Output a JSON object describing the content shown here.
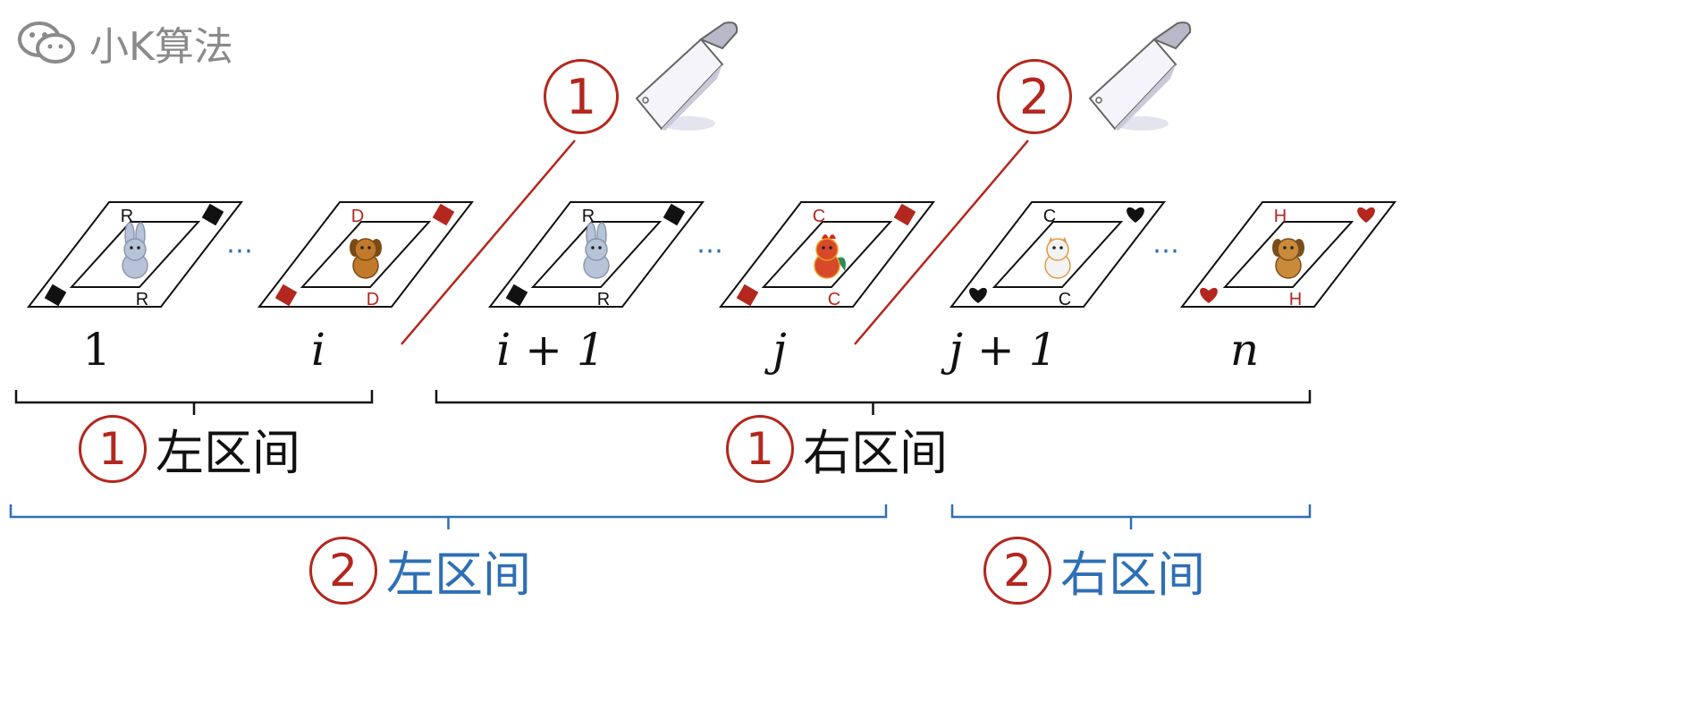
{
  "watermark": {
    "text": "小K算法",
    "icon": "wechat-icon"
  },
  "cut_markers": [
    {
      "number": "1"
    },
    {
      "number": "2"
    }
  ],
  "cards": [
    {
      "rank": "R",
      "suit": "diamond",
      "color": "#111111",
      "animal": "rabbit"
    },
    {
      "rank": "D",
      "suit": "diamond",
      "color": "#b3271e",
      "animal": "dog"
    },
    {
      "rank": "R",
      "suit": "diamond",
      "color": "#111111",
      "animal": "rabbit"
    },
    {
      "rank": "C",
      "suit": "diamond",
      "color": "#b3271e",
      "animal": "rooster"
    },
    {
      "rank": "C",
      "suit": "heart",
      "color": "#111111",
      "animal": "cat"
    },
    {
      "rank": "H",
      "suit": "heart",
      "color": "#b3271e",
      "animal": "horse"
    }
  ],
  "ellipsis": "⋯",
  "index_labels": [
    "1",
    "i",
    "i + 1",
    "j",
    "j + 1",
    "n"
  ],
  "captions": {
    "cut1_left": {
      "num": "1",
      "text": "左区间"
    },
    "cut1_right": {
      "num": "1",
      "text": "右区间"
    },
    "cut2_left": {
      "num": "2",
      "text": "左区间"
    },
    "cut2_right": {
      "num": "2",
      "text": "右区间"
    }
  },
  "colors": {
    "accent_red": "#b3271e",
    "accent_blue": "#2e6fb5",
    "ink": "#111111",
    "ellipsis_blue": "#2e6fb5"
  }
}
